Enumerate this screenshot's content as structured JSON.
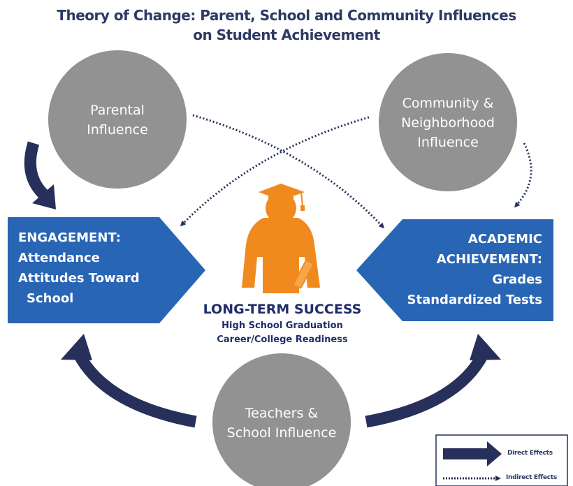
{
  "title": {
    "line1": "Theory of Change: Parent, School and Community Influences",
    "line2": "on Student Achievement"
  },
  "nodes": {
    "parental": {
      "line1": "Parental",
      "line2": "Influence"
    },
    "community": {
      "line1": "Community &",
      "line2": "Neighborhood",
      "line3": "Influence"
    },
    "teachers": {
      "line1": "Teachers &",
      "line2": "School Influence"
    }
  },
  "engagement": {
    "line1": "ENGAGEMENT:",
    "line2": "Attendance",
    "line3": "Attitudes Toward",
    "line4": "School"
  },
  "achievement": {
    "line1": "ACADEMIC",
    "line2": "ACHIEVEMENT:",
    "line3": "Grades",
    "line4": "Standardized Tests"
  },
  "center": {
    "heading": "LONG-TERM SUCCESS",
    "line1": "High School Graduation",
    "line2": "Career/College Readiness"
  },
  "legend": {
    "direct": "Direct Effects",
    "indirect": "Indirect Effects"
  },
  "colors": {
    "title": "#2e3a63",
    "circle": "#929292",
    "box": "#2865b5",
    "arrow": "#26305a",
    "graduate": "#f08a1e",
    "center_text": "#1f2d6b"
  }
}
